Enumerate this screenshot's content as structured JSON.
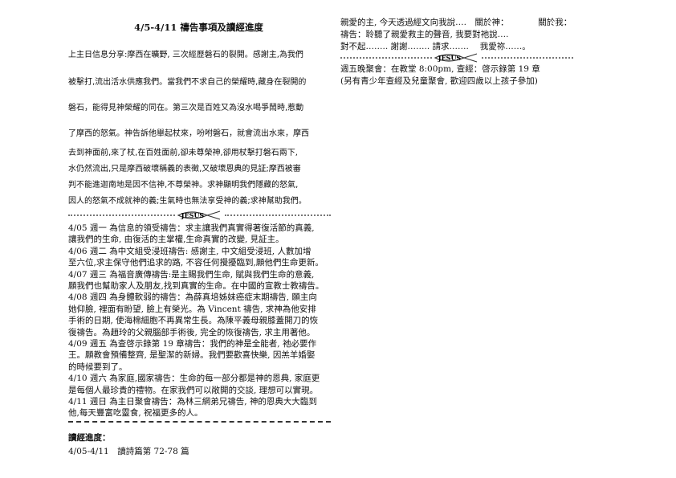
{
  "title": "4/5-4/11 禱告事項及讀經進度",
  "sermon_lines": [
    "上主日信息分享:摩西在曠野, 三次經歷磐石的裂開。感謝主,為我們",
    "被擊打,流出活水供應我們。當我們不求自己的榮耀時,藏身在裂開的",
    "磐石，能得見神榮耀的同在。第三次是百姓又為沒水喝爭鬧時,惹動",
    "了摩西的怒氣。神告訴他舉起杖來，吩咐磐石，就會流出水來，摩西",
    "去到神面前,來了杖,在百姓面前,卻未尊榮神,卻用杖擊打磐石兩下,",
    "水仍然流出,只是摩西破壞稱義的表徵,又破壞恩典的見証;摩西被審",
    "判不能進迦南地是因不信神,不尊榮神。求神顯明我們隱藏的怒氣,",
    "因人的怒氣不成就神的義;生氣時也無法享受神的義;求神幫助我們。"
  ],
  "divider_logo": "JESUS",
  "prayer_lines": [
    "4/05 週一 為信息的領受禱告：求主讓我們真實得著復活節的真義,",
    "讓我們的生命, 由復活的主掌權,生命真實的改變, 見証主。",
    "4/06 週二 為中文組受浸班禱告: 感謝主, 中文組受浸班, 人數加增",
    "至六位,求主保守他們追求的路, 不容任何攪擾臨到,願他們生命更新。",
    "4/07 週三 為福音廣傳禱告:是主賜我們生命, 賦與我們生命的意義,",
    "願我們也幫助家人及朋友,找到真實的生命。在中國的宣教士教禱告。",
    "4/08 週四 為身體軟弱的禱告：為薛真培姊妹癌症末期禱告, 願主向",
    "她仰臉, 裡面有盼望, 臉上有榮光。為 Vincent 禱告, 求神為他安排",
    "手術的日期, 使海棉細胞不再異常生長。為陳平義母親膝蓋開刀的恢",
    "復禱告。為趙玲的父親腦部手術後, 完全的恢復禱告, 求主用著他。",
    "4/09 週五 為查啓示錄第 19 章禱告：我們的神是全能者, 祂必要作",
    "王。願教會預備整齊, 是聖潔的新婦。我們要歡喜快樂, 因羔羊婚娶",
    "的時候要到了。",
    "4/10 週六 為家庭,國家禱告：生命的每一部分都是神的恩典, 家庭更",
    "是每個人最珍貴的禮物。在家我們可以敞開的交談, 理想可以實現。",
    "4/11 週日 為主日聚會禱告：為林三綱弟兄禱告, 神的恩典大大臨到",
    "他,每天豐富吃靈食, 祝福更多的人。"
  ],
  "reading": {
    "heading": "讀經進度：",
    "schedule": "4/05-4/11　讀詩篇第 72-78 篇"
  },
  "right": {
    "lines": [
      "親愛的主, 今天透過經文向我說….　關於神：　　　　關於我：",
      "禱告：聆聽了親愛救主的聲音, 我要對祂說….",
      "對不起…….. 謝謝…….. 請求…….　 我愛祢……。"
    ],
    "friday_meeting": "週五晚聚會：在教堂 8:00pm, 查經：啓示錄第 19 章",
    "friday_note": "(另有青少年查經及兒童聚會, 歡迎四歲以上孩子參加)"
  }
}
